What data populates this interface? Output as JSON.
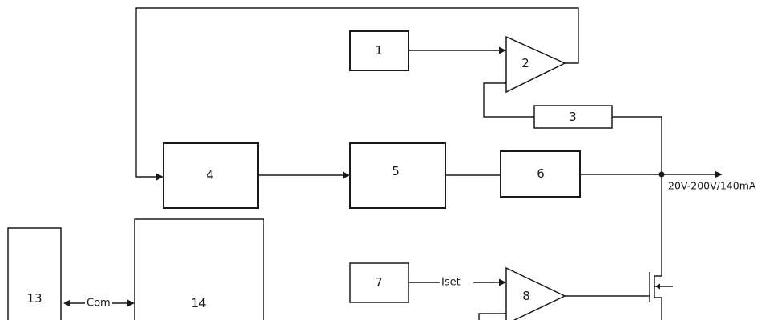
{
  "blocks": {
    "b1": "1",
    "b2": "2",
    "b3": "3",
    "b4": "4",
    "b5": "5",
    "b6": "6",
    "b7": "7",
    "b8": "8",
    "b13": "13",
    "b14": "14"
  },
  "signals": {
    "output": "20V-200V/140mA",
    "iset": "Iset",
    "com": "Com"
  }
}
